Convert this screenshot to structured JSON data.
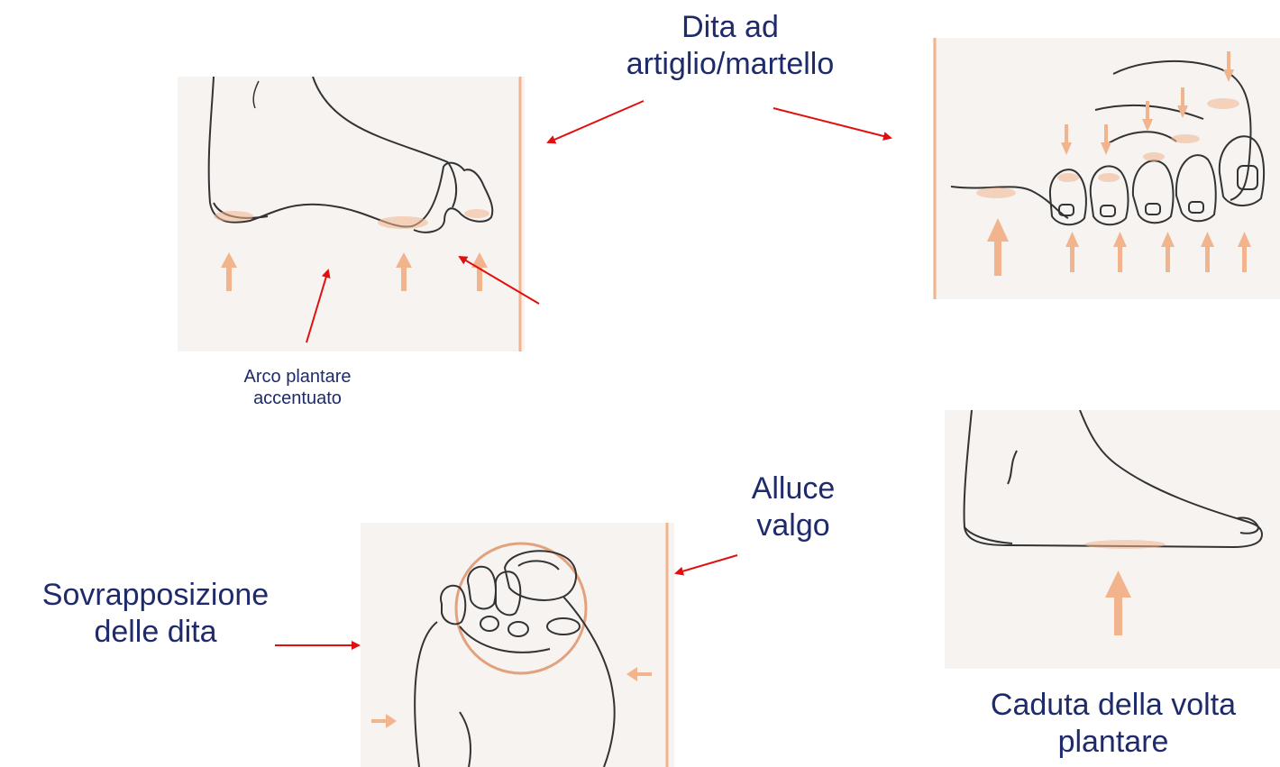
{
  "labels": {
    "claw_toes": [
      "Dita ad",
      "artiglio/martello"
    ],
    "high_arch": [
      "Arco plantare",
      "accentuato"
    ],
    "hallux": [
      "Alluce",
      "valgo"
    ],
    "overlap": [
      "Sovrapposizione",
      "delle dita"
    ],
    "flat_foot": [
      "Caduta della volta",
      "plantare"
    ]
  },
  "colors": {
    "label_text": "#1f2a6b",
    "annotation_arrow": "#e01010",
    "pressure_marker": "#f2b48c",
    "panel_bg": "#f6f3f1",
    "line_art": "#333333"
  }
}
